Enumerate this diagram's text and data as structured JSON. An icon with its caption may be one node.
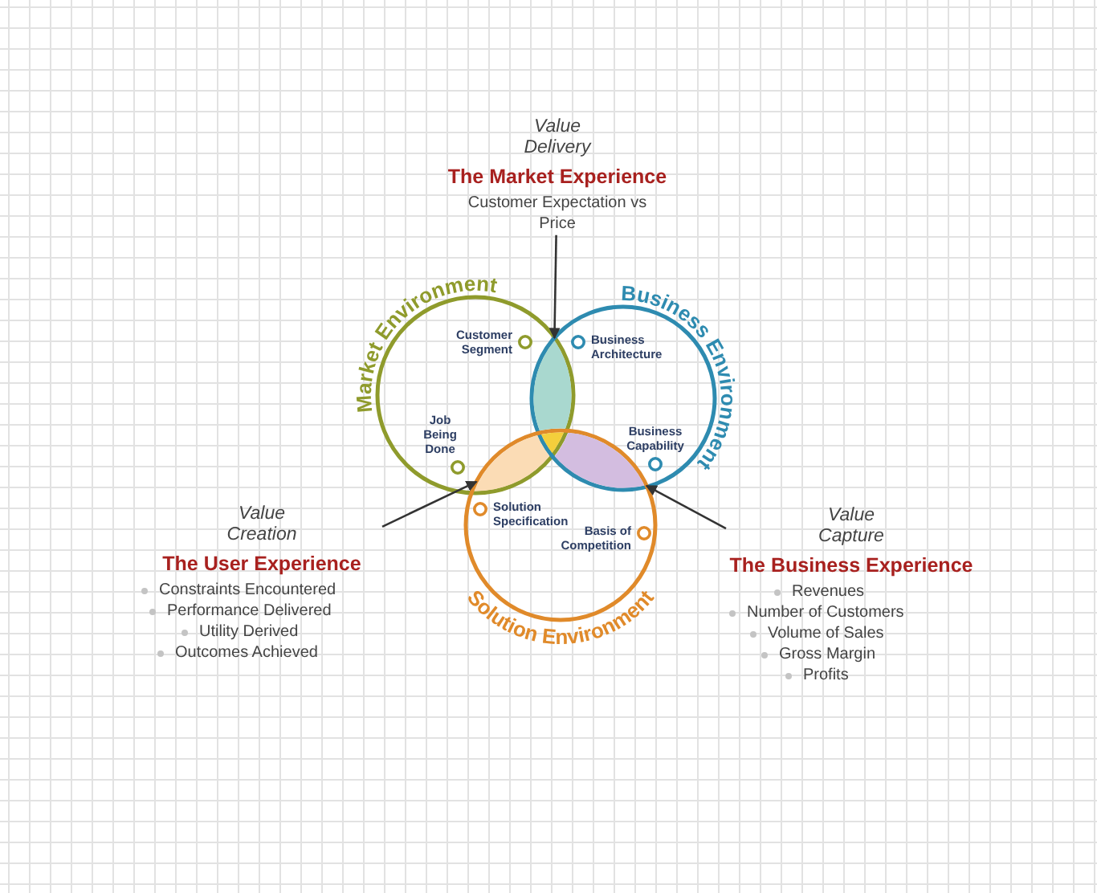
{
  "diagram": {
    "nodes": [
      {
        "text": [
          "Value Delivery",
          "The Market Experience",
          "Customer Expectation vs Price"
        ]
      },
      {
        "text": [
          "Market Environment"
        ]
      },
      {
        "text": [
          "Business Environment"
        ]
      },
      {
        "text": [
          "Solution Environment"
        ]
      },
      {
        "text": [
          "Customer Segment"
        ],
        "in": 1
      },
      {
        "text": [
          "Business Architecture"
        ],
        "in": 2
      },
      {
        "text": [
          "Job Being Done"
        ],
        "in": 1
      },
      {
        "text": [
          "Business Capability"
        ],
        "in": 2
      },
      {
        "text": [],
        "shape": "lens"
      },
      {
        "text": [],
        "shape": "lens"
      },
      {
        "text": [],
        "shape": "lens"
      },
      {
        "text": [
          "Solution Specification"
        ],
        "in": 3
      },
      {
        "text": [
          "Basis of Competition"
        ],
        "in": 3
      },
      {
        "text": [
          "Value Creation",
          "The User Experience",
          "Constraints Encountered",
          "Performance Delivered",
          "Utility Derived",
          "Outcomes Achieved"
        ]
      },
      {
        "text": [
          "Value Capture",
          "The Business Experience",
          "Revenues",
          "Number of Customers",
          "Volume of Sales",
          "Gross Margin",
          "Profits"
        ]
      }
    ],
    "edges": [
      {
        "from": 0,
        "to": 8,
        "arrow": "to"
      },
      {
        "from": 13,
        "to": 9,
        "arrow": "to"
      },
      {
        "from": 14,
        "to": 10,
        "arrow": "to"
      }
    ]
  }
}
